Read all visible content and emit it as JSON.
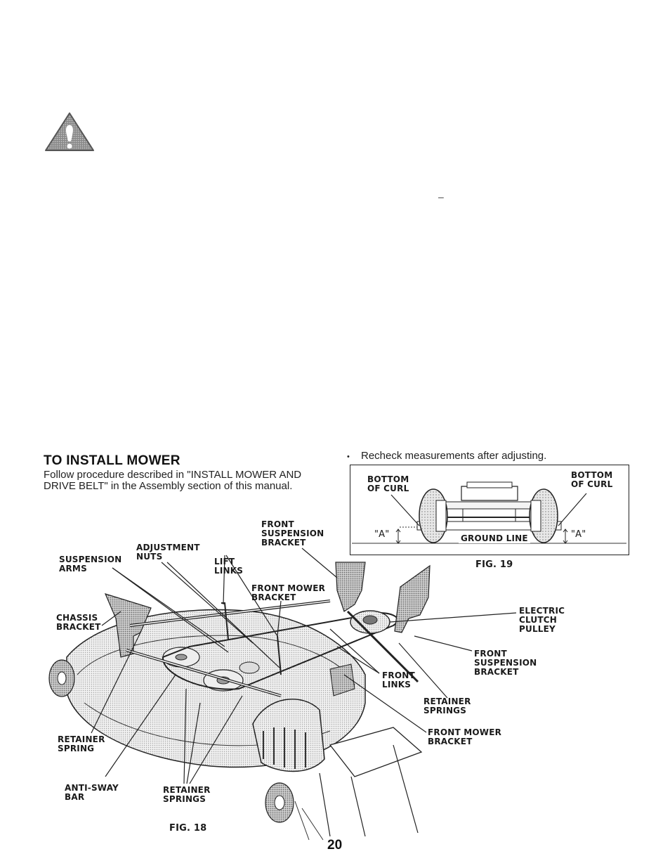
{
  "warning": {
    "icon": "warning-triangle-icon"
  },
  "stray_dash": "–",
  "section": {
    "title": "TO INSTALL MOWER",
    "body": "Follow procedure described in \"INSTALL MOWER AND DRIVE BELT\" in the Assembly section of this manual."
  },
  "bullet": {
    "symbol": "•",
    "text": "Recheck measurements after adjusting."
  },
  "fig19": {
    "caption": "FIG. 19",
    "labels": {
      "bottom_curl_left": "BOTTOM\nOF CURL",
      "bottom_curl_right": "BOTTOM\nOF CURL",
      "a_left": "\"A\"",
      "a_right": "\"A\"",
      "ground_line": "GROUND LINE"
    }
  },
  "fig18": {
    "caption": "FIG. 18",
    "labels": {
      "front_suspension_bracket_top": "FRONT\nSUSPENSION\nBRACKET",
      "adjustment_nuts": "ADJUSTMENT\nNUTS",
      "suspension_arms": "SUSPENSION\nARMS",
      "lift_links": "LIFT\nLINKS",
      "front_mower_bracket_top": "FRONT MOWER\nBRACKET",
      "chassis_bracket": "CHASSIS\nBRACKET",
      "electric_clutch_pulley": "ELECTRIC\nCLUTCH\nPULLEY",
      "front_suspension_bracket_right": "FRONT\nSUSPENSION\nBRACKET",
      "front_links": "FRONT\nLINKS",
      "retainer_springs_right": "RETAINER\nSPRINGS",
      "front_mower_bracket_right": "FRONT MOWER\nBRACKET",
      "retainer_spring_left": "RETAINER\nSPRING",
      "anti_sway_bar": "ANTI-SWAY\nBAR",
      "retainer_springs_bottom": "RETAINER\nSPRINGS"
    }
  },
  "page_number": "20"
}
